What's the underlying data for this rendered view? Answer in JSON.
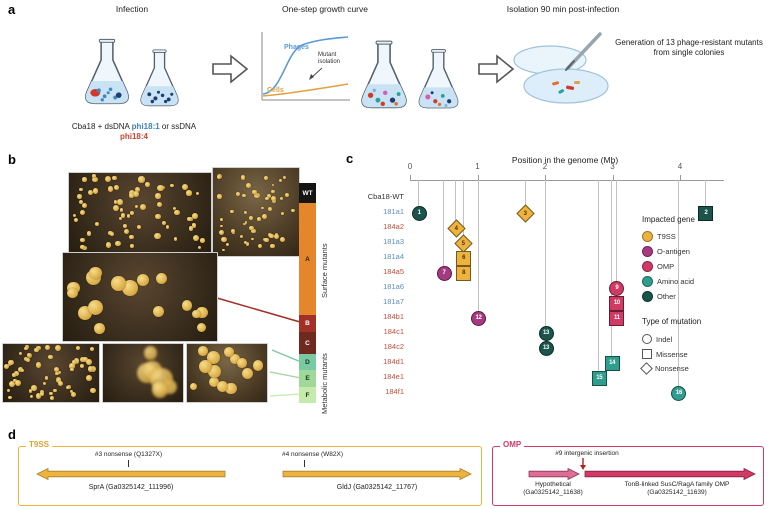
{
  "figure": {
    "panel_labels": {
      "a": "a",
      "b": "b",
      "c": "c",
      "d": "d"
    }
  },
  "panel_a": {
    "step1": "Infection",
    "step2": "One-step growth curve",
    "step3": "Isolation 90 min post-infection",
    "graph": {
      "phages": "Phages",
      "cells": "Cells",
      "annotation": "Mutant isolation"
    },
    "result_caption": "Generation of 13 phage-resistant mutants from single colonies",
    "flask_caption": {
      "part1": "Cba18 + dsDNA ",
      "phage1": "phi18:1",
      "part2": " or ssDNA ",
      "phage2": "phi18:4"
    },
    "colors": {
      "phage1": "#3f7fbf",
      "phage2": "#cc4433",
      "phages_line": "#5b9bd5",
      "cells_line": "#e0a23e"
    }
  },
  "panel_b": {
    "colorbar": [
      {
        "label": "WT",
        "color": "#151515",
        "text_color": "#ffffff"
      },
      {
        "label": "A",
        "color": "#e5862c",
        "text_color": "#30200a"
      },
      {
        "label": "B",
        "color": "#a33026",
        "text_color": "#ffffff"
      },
      {
        "label": "C",
        "color": "#6e2a1e",
        "text_color": "#ffffff"
      },
      {
        "label": "D",
        "color": "#79c9a2",
        "text_color": "#143322"
      },
      {
        "label": "E",
        "color": "#9fd898",
        "text_color": "#143322"
      },
      {
        "label": "F",
        "color": "#c4eaae",
        "text_color": "#143322"
      }
    ],
    "group1": "Surface mutants",
    "group2": "Metabolic mutants"
  },
  "panel_c": {
    "title": "Position in the genome (Mb)",
    "x_ticks": [
      "0",
      "1",
      "2",
      "3",
      "4"
    ],
    "gene_colors": {
      "t9ss": "#eeb33f",
      "o-antigen": "#a63a80",
      "omp": "#d23a66",
      "amino": "#2f9e8e",
      "other": "#1a544a"
    },
    "label_colors": {
      "wt": "#333333",
      "blue": "#5d8fc0",
      "red": "#c05040"
    },
    "rows": [
      {
        "label": "Cba18-WT",
        "lc": "wt",
        "markers": []
      },
      {
        "label": "181a1",
        "lc": "blue",
        "markers": [
          {
            "n": "1",
            "mb": 0.12,
            "gene": "other",
            "shape": "indel"
          },
          {
            "n": "3",
            "mb": 1.7,
            "gene": "t9ss",
            "shape": "nonsense"
          },
          {
            "n": "2",
            "mb": 4.37,
            "gene": "other",
            "shape": "missense"
          }
        ]
      },
      {
        "label": "184a2",
        "lc": "red",
        "markers": [
          {
            "n": "4",
            "mb": 0.67,
            "gene": "t9ss",
            "shape": "nonsense"
          }
        ]
      },
      {
        "label": "181a3",
        "lc": "blue",
        "markers": [
          {
            "n": "5",
            "mb": 0.78,
            "gene": "t9ss",
            "shape": "nonsense"
          }
        ]
      },
      {
        "label": "181a4",
        "lc": "blue",
        "markers": [
          {
            "n": "6",
            "mb": 0.78,
            "gene": "t9ss",
            "shape": "missense"
          }
        ]
      },
      {
        "label": "184a5",
        "lc": "red",
        "markers": [
          {
            "n": "7",
            "mb": 0.49,
            "gene": "o-antigen",
            "shape": "indel"
          },
          {
            "n": "8",
            "mb": 0.78,
            "gene": "t9ss",
            "shape": "missense"
          }
        ]
      },
      {
        "label": "181a6",
        "lc": "blue",
        "markers": [
          {
            "n": "9",
            "mb": 3.05,
            "gene": "omp",
            "shape": "indel"
          }
        ]
      },
      {
        "label": "181a7",
        "lc": "blue",
        "markers": [
          {
            "n": "10",
            "mb": 3.05,
            "gene": "omp",
            "shape": "missense"
          }
        ]
      },
      {
        "label": "184b1",
        "lc": "red",
        "markers": [
          {
            "n": "12",
            "mb": 1.0,
            "gene": "o-antigen",
            "shape": "indel"
          },
          {
            "n": "11",
            "mb": 3.05,
            "gene": "omp",
            "shape": "missense"
          }
        ]
      },
      {
        "label": "184c1",
        "lc": "red",
        "markers": [
          {
            "n": "13",
            "mb": 2.0,
            "gene": "other",
            "shape": "indel"
          }
        ]
      },
      {
        "label": "184c2",
        "lc": "red",
        "markers": [
          {
            "n": "13",
            "mb": 2.0,
            "gene": "other",
            "shape": "indel"
          }
        ]
      },
      {
        "label": "184d1",
        "lc": "red",
        "markers": [
          {
            "n": "14",
            "mb": 2.98,
            "gene": "amino",
            "shape": "missense"
          }
        ]
      },
      {
        "label": "184e1",
        "lc": "red",
        "markers": [
          {
            "n": "15",
            "mb": 2.79,
            "gene": "amino",
            "shape": "missense"
          }
        ]
      },
      {
        "label": "184f1",
        "lc": "red",
        "markers": [
          {
            "n": "16",
            "mb": 3.97,
            "gene": "amino",
            "shape": "indel"
          }
        ]
      }
    ],
    "legend_gene": {
      "title": "Impacted gene",
      "items": [
        {
          "label": "T9SS",
          "key": "t9ss"
        },
        {
          "label": "O-antigen",
          "key": "o-antigen"
        },
        {
          "label": "OMP",
          "key": "omp"
        },
        {
          "label": "Amino acid",
          "key": "amino"
        },
        {
          "label": "Other",
          "key": "other"
        }
      ]
    },
    "legend_mutation": {
      "title": "Type of mutation",
      "items": [
        {
          "label": "Indel",
          "shape": "indel"
        },
        {
          "label": "Missense",
          "shape": "missense"
        },
        {
          "label": "Nonsense",
          "shape": "nonsense"
        }
      ]
    }
  },
  "panel_d": {
    "t9ss_box": {
      "tag": "T9SS",
      "gene1": {
        "annotation": "#3 nonsense (Q1327X)",
        "name": "SprA (Ga0325142_111996)"
      },
      "gene2": {
        "annotation": "#4 nonsense (W82X)",
        "name": "GldJ (Ga0325142_11767)"
      }
    },
    "omp_box": {
      "tag": "OMP",
      "annotation": "#9 intergenic insertion",
      "gene1": {
        "name_line1": "Hypothetical",
        "name_line2": "(Ga0325142_11638)"
      },
      "gene2": {
        "name_line1": "TonB-linked SusC/RagA family OMP",
        "name_line2": "(Ga0325142_11639)"
      }
    }
  }
}
